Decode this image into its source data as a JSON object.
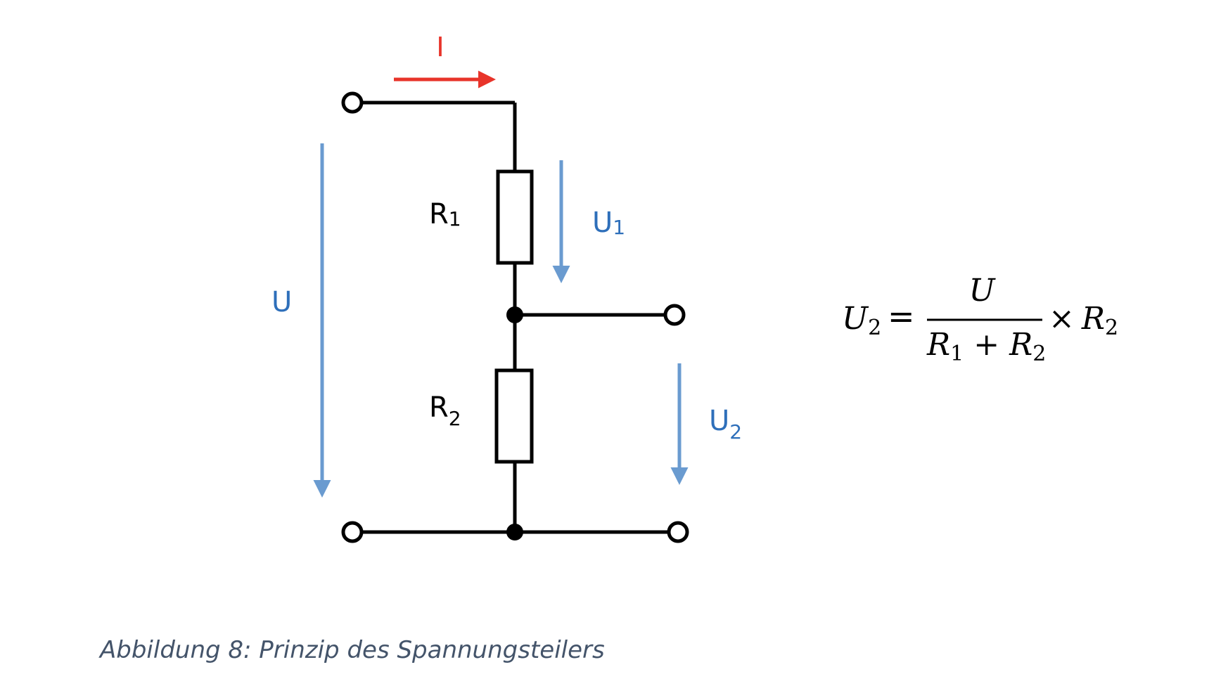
{
  "colors": {
    "wire": "#000000",
    "current": "#e8342a",
    "voltage": "#6a9bd0",
    "voltage_text": "#2e6fba",
    "caption": "#44546a"
  },
  "labels": {
    "current": "I",
    "voltage_total": "U",
    "voltage_1": "U",
    "voltage_1_sub": "1",
    "voltage_2": "U",
    "voltage_2_sub": "2",
    "resistor_1": "R",
    "resistor_1_sub": "1",
    "resistor_2": "R",
    "resistor_2_sub": "2"
  },
  "formula": {
    "lhs": "U",
    "lhs_sub": "2",
    "equals": "=",
    "numerator": "U",
    "den_r1": "R",
    "den_r1_sub": "1",
    "plus": "+",
    "den_r2": "R",
    "den_r2_sub": "2",
    "times": "×",
    "factor": "R",
    "factor_sub": "2"
  },
  "caption": "Abbildung 8: Prinzip des Spannungsteilers"
}
